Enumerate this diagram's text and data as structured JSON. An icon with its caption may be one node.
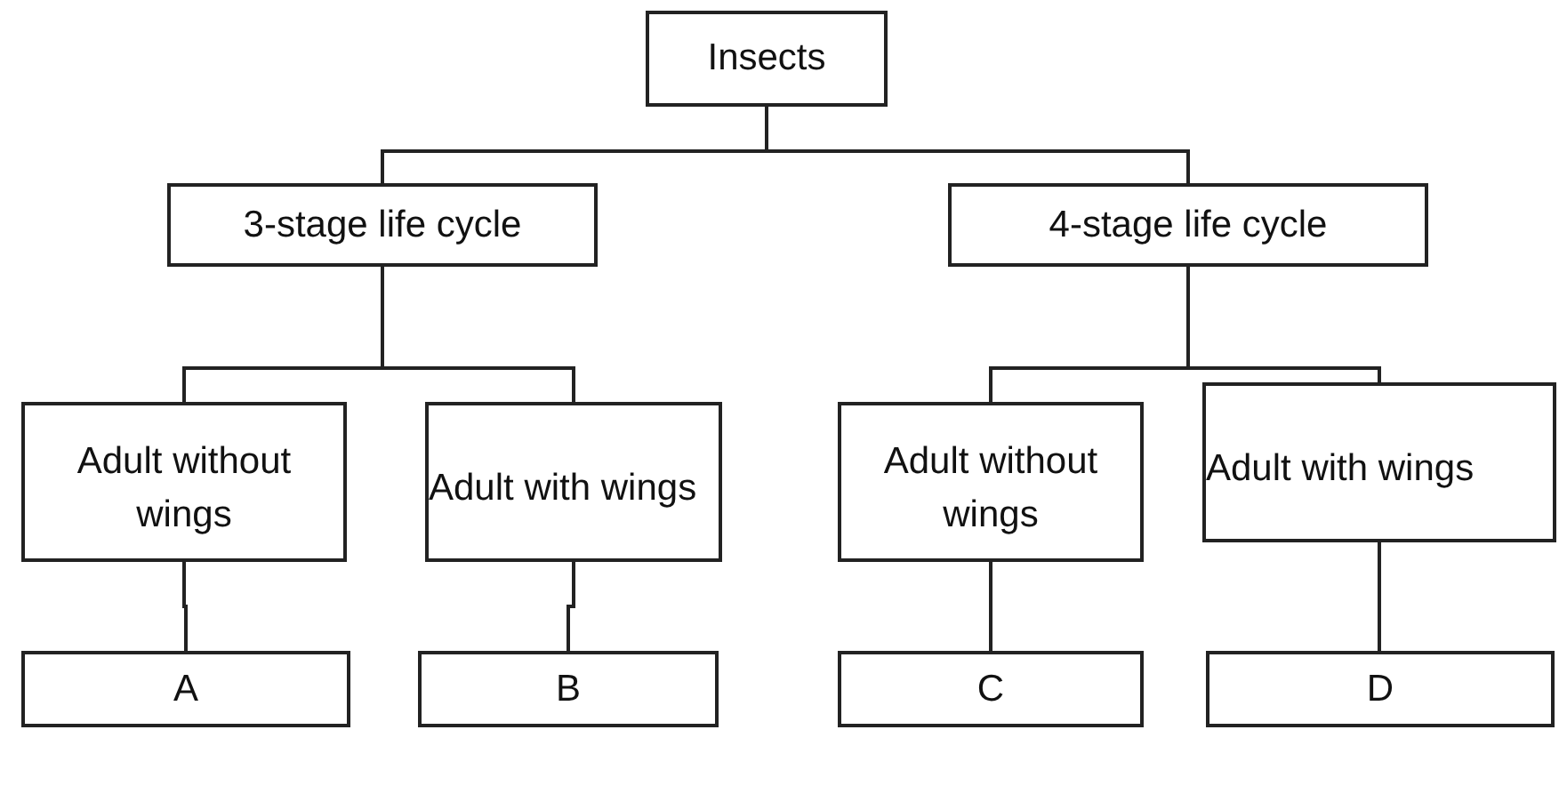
{
  "diagram": {
    "nodes": [
      {
        "text": [
          "Insects"
        ]
      },
      {
        "text": [
          "3-stage life cycle"
        ]
      },
      {
        "text": [
          "4-stage life cycle"
        ]
      },
      {
        "text": [
          "Adult without wings"
        ]
      },
      {
        "text": [
          "Adult with wings"
        ]
      },
      {
        "text": [
          "Adult without wings"
        ]
      },
      {
        "text": [
          "Adult with wings"
        ]
      },
      {
        "text": [
          "A"
        ]
      },
      {
        "text": [
          "B"
        ]
      },
      {
        "text": [
          "C"
        ]
      },
      {
        "text": [
          "D"
        ]
      }
    ],
    "edges": [
      {
        "from": 0,
        "to": 1,
        "arrow": "none"
      },
      {
        "from": 0,
        "to": 2,
        "arrow": "none"
      },
      {
        "from": 1,
        "to": 3,
        "arrow": "none"
      },
      {
        "from": 1,
        "to": 4,
        "arrow": "none"
      },
      {
        "from": 2,
        "to": 5,
        "arrow": "none"
      },
      {
        "from": 2,
        "to": 6,
        "arrow": "none"
      },
      {
        "from": 3,
        "to": 7,
        "arrow": "none"
      },
      {
        "from": 4,
        "to": 8,
        "arrow": "none"
      },
      {
        "from": 5,
        "to": 9,
        "arrow": "none"
      },
      {
        "from": 6,
        "to": 10,
        "arrow": "none"
      }
    ]
  }
}
